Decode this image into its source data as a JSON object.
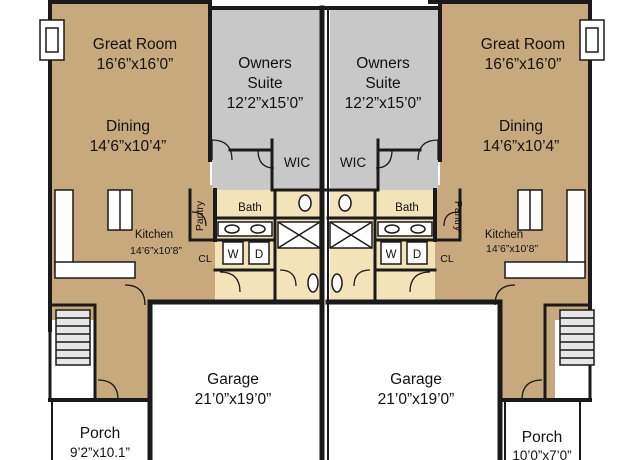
{
  "rooms": {
    "left_great_room": {
      "name": "Great Room",
      "dims": "16’6”x16’0”"
    },
    "left_dining": {
      "name": "Dining",
      "dims": "14’6”x10’4”"
    },
    "left_owners_suite": {
      "name_line1": "Owners",
      "name_line2": "Suite",
      "dims": "12’2”x15’0”"
    },
    "left_wic": {
      "name": "WIC"
    },
    "left_bath": {
      "name": "Bath"
    },
    "left_pantry": {
      "name": "Pantry"
    },
    "left_washer": {
      "name": "W"
    },
    "left_dryer": {
      "name": "D"
    },
    "left_closet": {
      "name": "CL"
    },
    "left_kitchen": {
      "name": "Kitchen",
      "dims": "14’6”x10’8”"
    },
    "left_garage": {
      "name": "Garage",
      "dims": "21’0”x19’0”"
    },
    "left_porch": {
      "name": "Porch",
      "dims": "9’2”x10.1”"
    },
    "right_great_room": {
      "name": "Great Room",
      "dims": "16’6”x16’0”"
    },
    "right_dining": {
      "name": "Dining",
      "dims": "14’6”x10’4”"
    },
    "right_owners_suite": {
      "name_line1": "Owners",
      "name_line2": "Suite",
      "dims": "12’2”x15’0”"
    },
    "right_wic": {
      "name": "WIC"
    },
    "right_bath": {
      "name": "Bath"
    },
    "right_pantry": {
      "name": "Pantry"
    },
    "right_washer": {
      "name": "W"
    },
    "right_dryer": {
      "name": "D"
    },
    "right_closet": {
      "name": "CL"
    },
    "right_kitchen": {
      "name": "Kitchen",
      "dims": "14’6”x10’8”"
    },
    "right_garage": {
      "name": "Garage",
      "dims": "21’0”x19’0”"
    },
    "right_porch": {
      "name": "Porch",
      "dims": "10’0”x7’0”"
    }
  },
  "colors": {
    "living_floor": "#c8a97e",
    "owners_suite_floor": "#c8c8c8",
    "bath_floor": "#f3e3b8",
    "garage_floor": "#ffffff",
    "walls": "#1a1a1a",
    "cabinets": "#ffffff"
  }
}
